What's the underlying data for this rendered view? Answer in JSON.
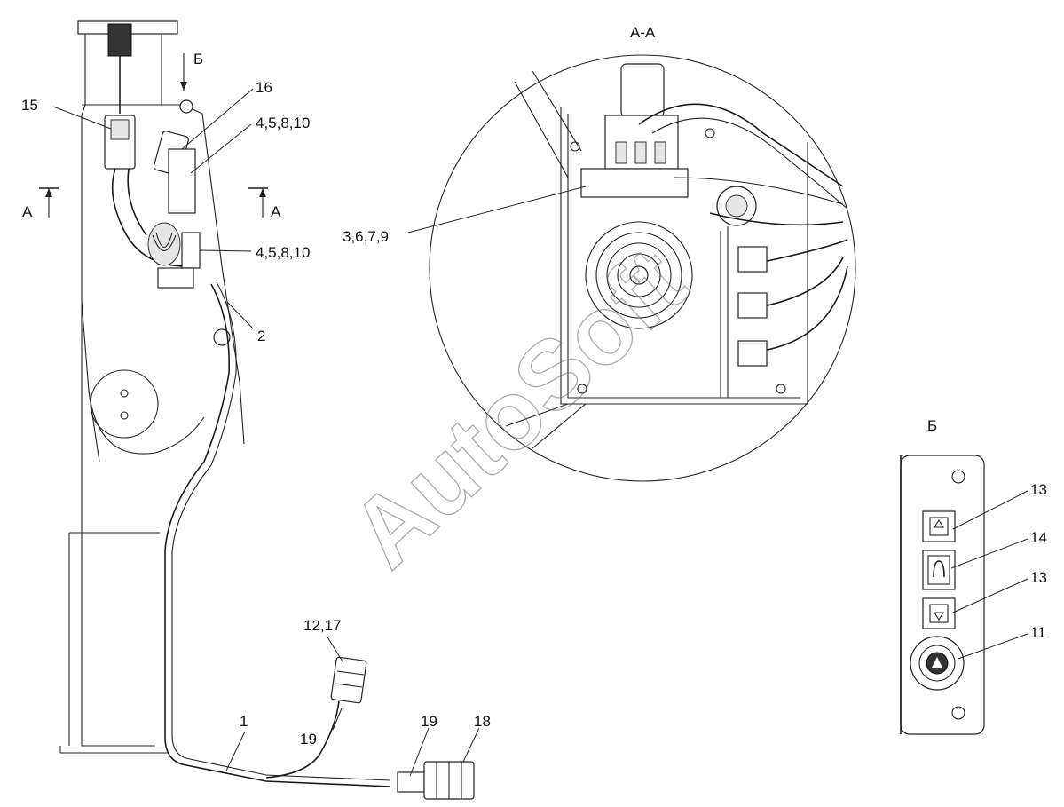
{
  "watermark": "AutoSoft",
  "section_title": "А-А",
  "view_title": "Б",
  "section_marks": {
    "left": "А",
    "right": "А",
    "arrow_b": "Б"
  },
  "labels": {
    "l1": "1",
    "l2": "2",
    "l15": "15",
    "l16": "16",
    "l4a": "4,5,8,10",
    "l4b": "4,5,8,10",
    "l3679": "3,6,7,9",
    "l1217": "12,17",
    "l19a": "19",
    "l19b": "19",
    "l18": "18",
    "l13a": "13",
    "l14": "14",
    "l13b": "13",
    "l11": "11"
  },
  "colors": {
    "line": "#222222",
    "fill": "#ffffff",
    "shade": "#e6e6e6"
  }
}
